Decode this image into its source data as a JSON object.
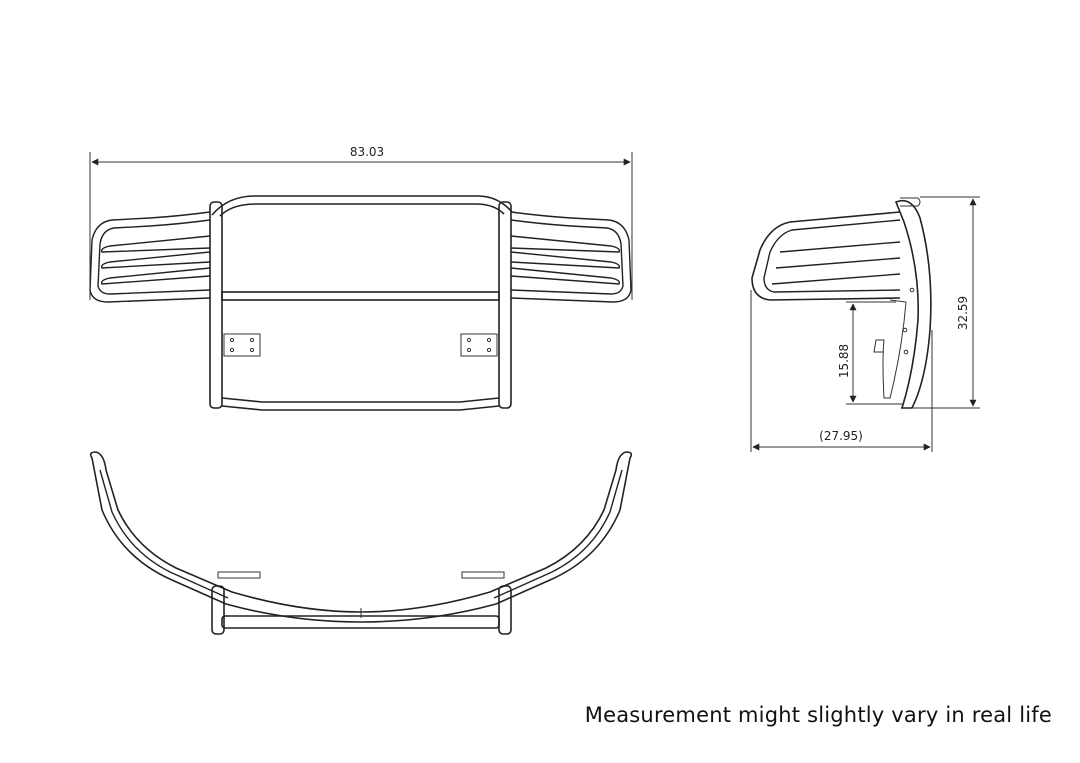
{
  "dimensions": {
    "front_width": "83.03",
    "side_height": "32.59",
    "side_lower_height": "15.88",
    "side_depth": "(27.95)"
  },
  "note": "Measurement might slightly vary in real life"
}
